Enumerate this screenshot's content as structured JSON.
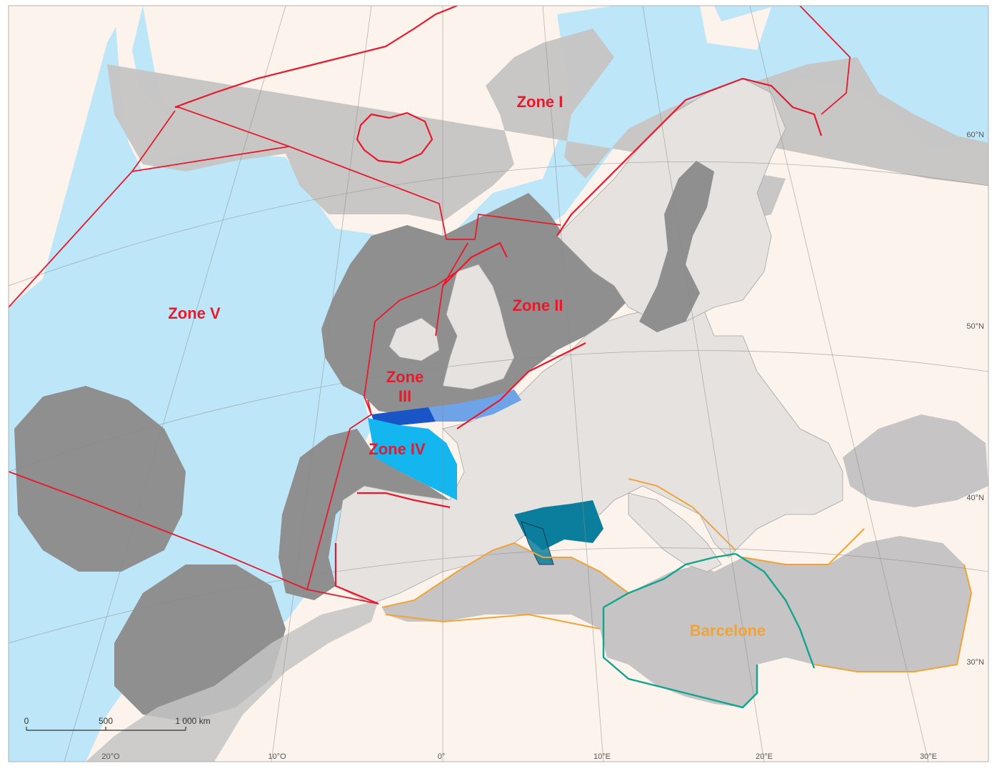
{
  "colors": {
    "land": "#fbf3ec",
    "ocean_light": "#bde7f8",
    "eu_land": "#e6e2e0",
    "eez_grey": "#c6c4c4",
    "zone_dark": "#8f8f8f",
    "red_line": "#e8192c",
    "orange_line": "#f0a437",
    "teal_line": "#12a48d",
    "blue_dark": "#1a55c7",
    "blue_mid": "#6fa3e8",
    "blue_cyan": "#14b6ef",
    "petrol": "#0c7e9d"
  },
  "zones": [
    {
      "id": "zone-1",
      "label": "Zone I"
    },
    {
      "id": "zone-2",
      "label": "Zone II"
    },
    {
      "id": "zone-3-line1",
      "label": "Zone"
    },
    {
      "id": "zone-3-line2",
      "label": "III"
    },
    {
      "id": "zone-4",
      "label": "Zone IV"
    },
    {
      "id": "zone-5",
      "label": "Zone V"
    }
  ],
  "barcelone": {
    "label": "Barcelone"
  },
  "longitude_labels": [
    "20°O",
    "10°O",
    "0°",
    "10°E",
    "20°E",
    "30°E"
  ],
  "latitude_labels": [
    "60°N",
    "50°N",
    "40°N",
    "30°N"
  ],
  "scale_bar": {
    "ticks": [
      "0",
      "500",
      "1 000 km"
    ]
  }
}
